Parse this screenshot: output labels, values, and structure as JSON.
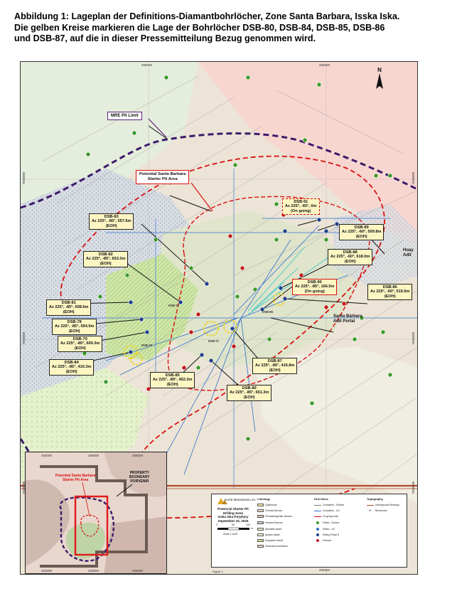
{
  "caption": {
    "line1": "Abbildung 1: Lageplan der Definitions-Diamantbohrlöcher, Zone Santa Barbara, Isska Iska.",
    "line2": "Die gelben Kreise markieren die Lage der Bohrlöcher DSB-80, DSB-84, DSB-85, DSB-86",
    "line3": "und DSB-87, auf die in dieser Pressemitteilung Bezug genommen wird."
  },
  "map": {
    "coords_top": [
      "205000",
      "205500"
    ],
    "coords_bottom": [
      "205000",
      "205500"
    ],
    "coords_left": [
      "7658800",
      "7658600",
      "7658600"
    ],
    "coords_right": [
      "7658800",
      "7658600",
      "7658600"
    ],
    "callouts": {
      "mre_pit_limit": "MRE Pit Limit",
      "starter_pit": [
        "Potential Santa Barbara",
        "Starter Pit Area"
      ],
      "adit_portal": [
        "Santa Bárbara",
        "Adit Portal"
      ],
      "adit_right": [
        "Huay",
        "Adit"
      ]
    },
    "small_labels": [
      "DSB-72",
      "DSB-76",
      "DSB-71",
      "DSB-86"
    ],
    "holes": [
      {
        "id": "dsb-83",
        "lines": [
          "DSB-83",
          "Az 225°, -85°, 557.6m",
          "(EOH)"
        ],
        "style": "normal"
      },
      {
        "id": "dsb-82",
        "lines": [
          "DSB-82",
          "Az 225°, -85°, 653.3m",
          "(EOH)"
        ],
        "style": "normal"
      },
      {
        "id": "dsb-81",
        "lines": [
          "DSB-81",
          "Az 225°, -85°, 608.6m",
          "(EOH)"
        ],
        "style": "normal"
      },
      {
        "id": "dsb-78",
        "lines": [
          "DSB-78",
          "Az 225°, -85°, 554.9m",
          "(EOH)"
        ],
        "style": "normal"
      },
      {
        "id": "dsb-79",
        "lines": [
          "DSB-79",
          "Az 225°, -85°, 600.3m",
          "(EOH)"
        ],
        "style": "normal"
      },
      {
        "id": "dsb-84",
        "lines": [
          "DSB-84",
          "Az 225°, -85°, 410.3m",
          "(EOH)"
        ],
        "style": "normal"
      },
      {
        "id": "dsb-85",
        "lines": [
          "DSB-85",
          "Az 225°, -85°, 452.3m",
          "(EOH)"
        ],
        "style": "normal"
      },
      {
        "id": "dsb-80",
        "lines": [
          "DSB-80",
          "Az 225°, -85°, 651.3m",
          "(EOH)"
        ],
        "style": "normal"
      },
      {
        "id": "dsb-87",
        "lines": [
          "DSB-87",
          "Az 225°, -85°, 416.8m",
          "(EOH)"
        ],
        "style": "normal"
      },
      {
        "id": "dsb-86",
        "lines": [
          "DSB-86",
          "Az 225°, -60°, 515.6m",
          "(EOH)"
        ],
        "style": "normal"
      },
      {
        "id": "dsb-88",
        "lines": [
          "DSB-88",
          "Az 225°, -60°, 618.0m",
          "(EOH)"
        ],
        "style": "normal"
      },
      {
        "id": "dsb-89",
        "lines": [
          "DSB-89",
          "Az 225°, -60°, 509.8m",
          "(EOH)"
        ],
        "style": "normal"
      },
      {
        "id": "dsb-90",
        "lines": [
          "DSB-90",
          "Az 225°, -85°, 166.5m",
          "(On going)"
        ],
        "style": "red"
      },
      {
        "id": "dsb-91",
        "lines": [
          "DSB-91",
          "Az 225°, -60°, 0m",
          "(On going)"
        ],
        "style": "red-dashed"
      }
    ]
  },
  "inset": {
    "coords_top": [
      "204000",
      "205000",
      "206000"
    ],
    "coords_bottom": [
      "204000",
      "205000",
      "206000"
    ],
    "starter_pit": [
      "Potential Santa Barbara",
      "Starter Pit Area"
    ],
    "property": [
      "PROPERTY",
      "BOUNDARY",
      "PORVENIR"
    ]
  },
  "legend": {
    "company": "ELETE RESOURCES LTD.",
    "title_lines": [
      "Potencial Starter Pit",
      "Drilling Zone",
      "Isska Iska Porphyry",
      "September 10, 2025"
    ],
    "scale_label": "Scale 1:4000",
    "scale_ticks": [
      "0",
      "50",
      "100"
    ],
    "scale_unit": "m",
    "lithology_head": "Lithology",
    "lithology": [
      "Quaternary",
      "Phreatic Breccia",
      "Phreatomagmatic Breccia",
      "Intrusive Breccia",
      "Aphanitic dacite",
      "Aphyric dacite",
      "Porphyritic dacite",
      "Ordovician sediments"
    ],
    "drill_head": "Drill Holes",
    "drill": [
      "Completed - Surface",
      "Completed - UG",
      "On going holes",
      "Drilled - Surface",
      "Drilled - UG",
      "Drilling Phase 8",
      "Planned"
    ],
    "topo_head": "Topography",
    "topo": [
      "Underground Workings",
      "Benchmark"
    ],
    "figure_label": "Figure 1"
  },
  "colors": {
    "mre_pit": "#3b1a6b",
    "starter_pit": "#d91010",
    "label_fill": "#fdf6c3",
    "drill_blue": "#1f4fa8",
    "hole_green": "#3a9a2a",
    "hole_red": "#c41818",
    "adit_brown": "#b54a2a"
  }
}
